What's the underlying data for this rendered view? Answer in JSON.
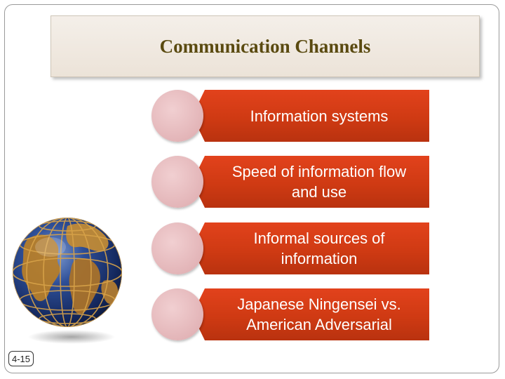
{
  "slide": {
    "title": "Communication Channels",
    "page_number": "4-15",
    "items": [
      {
        "label": "Information systems"
      },
      {
        "label": "Speed of information flow and use"
      },
      {
        "label": "Informal sources of information"
      },
      {
        "label": "Japanese Ningensei vs. American Adversarial"
      }
    ],
    "colors": {
      "title_text": "#5a4a10",
      "bar": "#d63c14",
      "circle": "#e6b8bb"
    },
    "image": "globe-image"
  }
}
